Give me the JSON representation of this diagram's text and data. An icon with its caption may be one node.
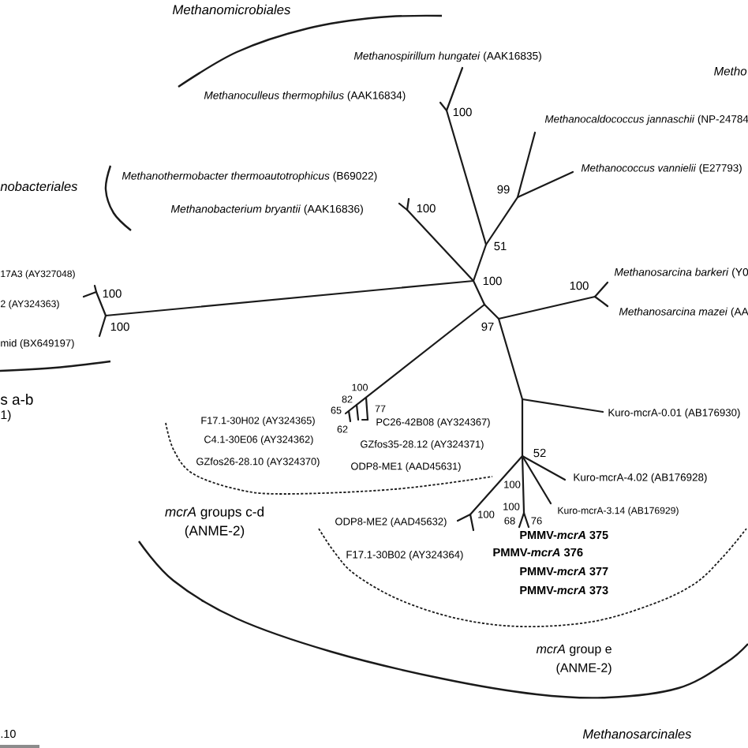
{
  "diagram": {
    "labels": [
      "Methanomicrobiales",
      "*Methanospirillum hungatei* (AAK16835)",
      "Metho",
      "*Methanoculleus thermophilus* (AAK16834)",
      "100",
      "*Methanocaldococcus jannaschii* (NP-24784",
      "*Methanococcus vannielii* (E27793)",
      "*Methanothermobacter thermoautotrophicus* (B69022)",
      "nobacteriales",
      "99",
      "100",
      "*Methanobacterium bryantii* (AAK16836)",
      "51",
      "*Methanosarcina barkeri* (Y0",
      "17A3 (AY327048)",
      "100",
      "100",
      "100",
      "2 (AY324363)",
      "*Methanosarcina mazei* (AA",
      "97",
      "100",
      "mid (BX649197)",
      "100",
      "s a-b",
      "82",
      "77",
      "65",
      "Kuro-mcrA-0.01 (AB176930)",
      "1)",
      "F17.1-30H02 (AY324365)",
      "PC26-42B08 (AY324367)",
      "62",
      "C4.1-30E06 (AY324362)",
      "GZfos35-28.12 (AY324371)",
      "52",
      "GZfos26-28.10 (AY324370)",
      "ODP8-ME1 (AAD45631)",
      "100",
      "Kuro-mcrA-4.02 (AB176928)",
      "100",
      "Kuro-mcrA-3.14 (AB176929)",
      "*mcrA* groups c-d (ANME-2)",
      "100",
      "68",
      "76",
      "ODP8-ME2 (AAD45632)",
      "PMMV-*mcrA* 375",
      "PMMV-*mcrA* 376",
      "F17.1-30B02 (AY324364)",
      "PMMV-*mcrA* 377",
      "PMMV-*mcrA* 373",
      "*mcrA* group e (ANME-2)",
      "Methanosarcinales",
      ".10"
    ]
  }
}
